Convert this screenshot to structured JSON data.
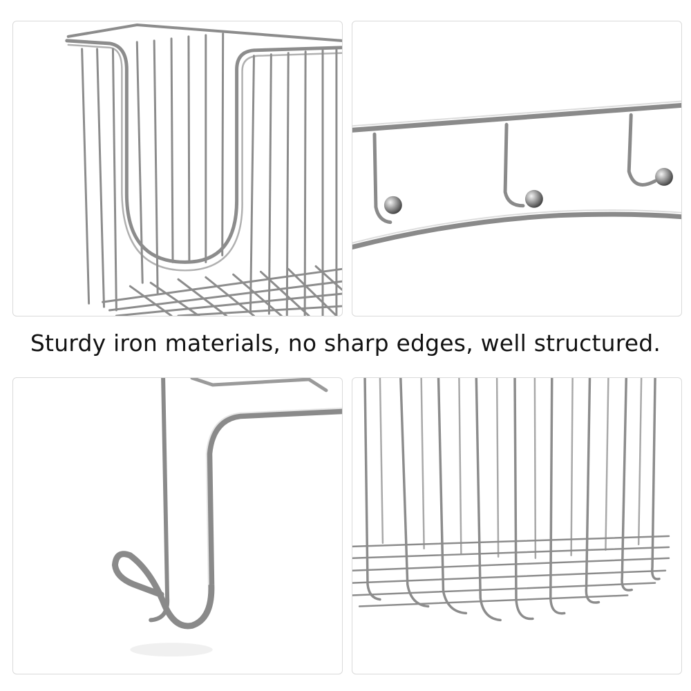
{
  "caption": "Sturdy iron materials, no sharp edges, well structured.",
  "colors": {
    "background": "#ffffff",
    "panel_border": "#d9d9d9",
    "wire": "#8c8c8c",
    "wire_highlight": "#e4e4e4",
    "text": "#111111"
  },
  "panels": [
    {
      "subject": "wire basket with U-shaped front cutout"
    },
    {
      "subject": "wire rail with three ball-tipped hooks"
    },
    {
      "subject": "curved over-door hanging hook"
    },
    {
      "subject": "wire basket bottom grid"
    }
  ]
}
